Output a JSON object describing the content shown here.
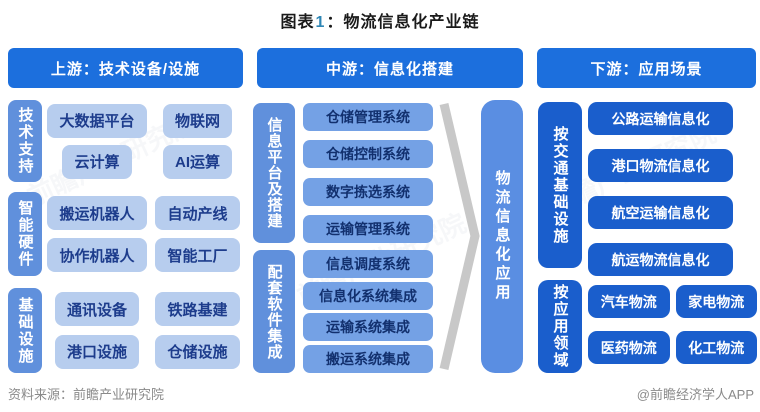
{
  "title": {
    "prefix": "图表",
    "number": "1",
    "rest": "：物流信息化产业链"
  },
  "headers": {
    "upstream": "上游：技术设备/设施",
    "midstream": "中游：信息化搭建",
    "downstream": "下游：应用场景"
  },
  "upstream": {
    "groups": [
      {
        "label": "技术支持",
        "items": [
          "大数据平台",
          "物联网",
          "云计算",
          "AI运算"
        ]
      },
      {
        "label": "智能硬件",
        "items": [
          "搬运机器人",
          "自动产线",
          "协作机器人",
          "智能工厂"
        ]
      },
      {
        "label": "基础设施",
        "items": [
          "通讯设备",
          "铁路基建",
          "港口设施",
          "仓储设施"
        ]
      }
    ]
  },
  "midstream": {
    "groups": [
      {
        "label": "信息平台及搭建",
        "items": [
          "仓储管理系统",
          "仓储控制系统",
          "数字拣选系统",
          "运输管理系统"
        ]
      },
      {
        "label": "配套软件集成",
        "items": [
          "信息调度系统",
          "信息化系统集成",
          "运输系统集成",
          "搬运系统集成"
        ]
      }
    ]
  },
  "application_bar": "物流信息化应用",
  "downstream": {
    "groups": [
      {
        "label": "按交通基础设施",
        "items": [
          "公路运输信息化",
          "港口物流信息化",
          "航空运输信息化",
          "航运物流信息化"
        ]
      },
      {
        "label": "按应用领域",
        "items": [
          "汽车物流",
          "家电物流",
          "医药物流",
          "化工物流"
        ]
      }
    ]
  },
  "footer": {
    "source": "资料来源：前瞻产业研究院",
    "credit": "@前瞻经济学人APP"
  },
  "watermark": "前瞻产业研究院",
  "colors": {
    "header_blue": "#1c6fdd",
    "label_blue": "#6090dc",
    "light_box_fill": "#b7cdee",
    "light_box_text": "#1d3c8c",
    "mid_box_fill": "#74a1e5",
    "mid_box_text": "#12306e",
    "app_bar_blue": "#5a8ee2",
    "dark_blue": "#1a5ecc",
    "arrow_gray": "#c8c8c8",
    "footer_gray": "#8a8a8a",
    "title_number": "#2e86b5"
  }
}
